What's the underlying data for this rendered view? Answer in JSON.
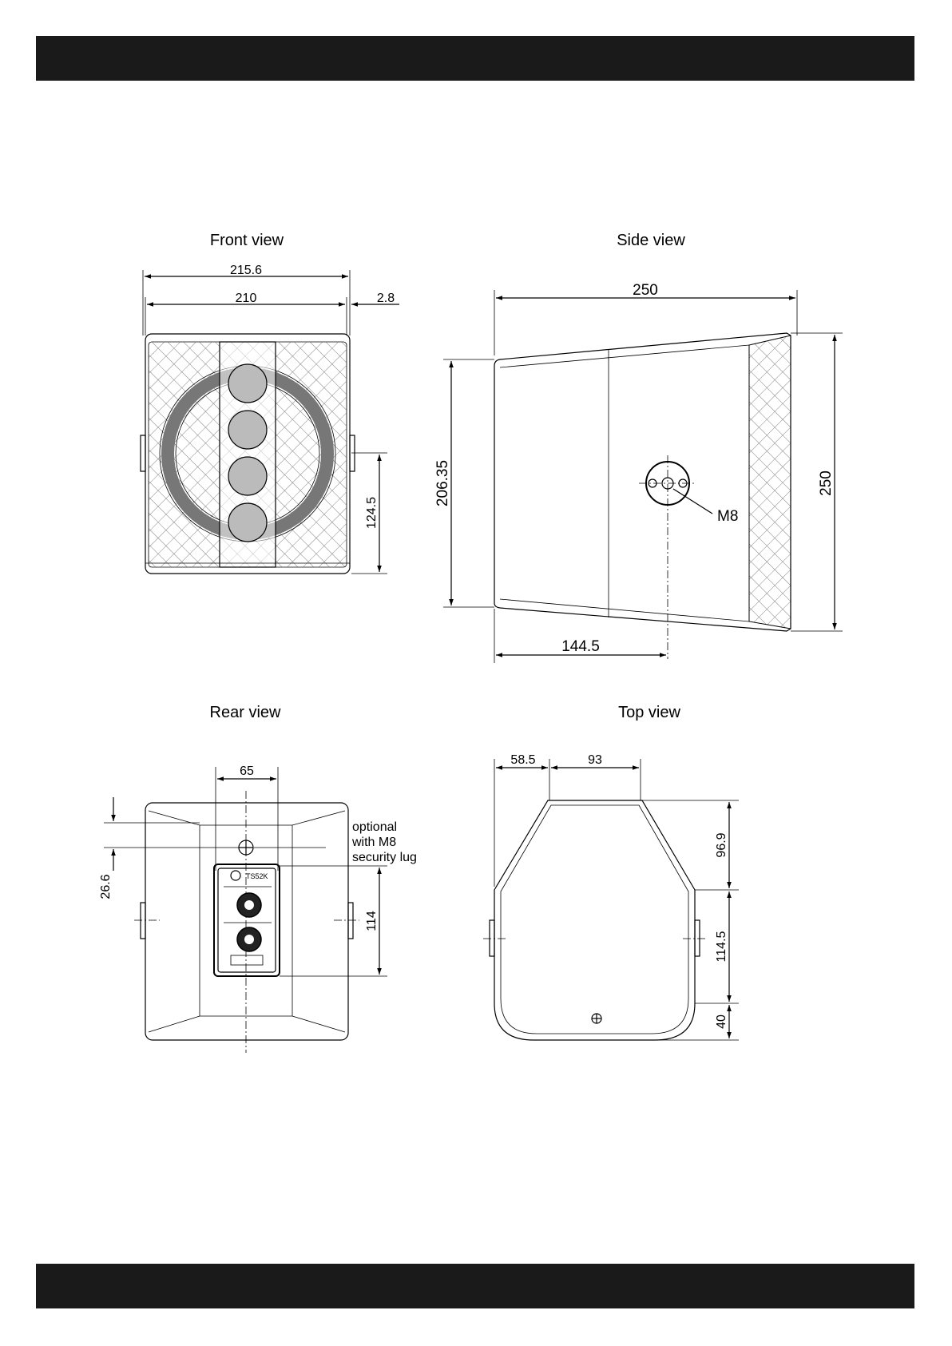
{
  "views": {
    "front": "Front view",
    "side": "Side view",
    "rear": "Rear view",
    "top": "Top view"
  },
  "dimensions": {
    "front_width_overall": "215.6",
    "front_width": "210",
    "front_handle_offset": "2.8",
    "front_handle_height": "124.5",
    "side_depth": "250",
    "side_height_back": "206.35",
    "side_height_front": "250",
    "side_mount_distance": "144.5",
    "side_thread": "M8",
    "rear_connector_spacing": "65",
    "rear_lug_offset": "26.6",
    "rear_panel_height": "114",
    "top_offset": "58.5",
    "top_width": "93",
    "top_front_depth": "96.9",
    "top_mid_depth": "114.5",
    "top_back_depth": "40"
  },
  "rear_note": {
    "line1": "optional",
    "line2": "with M8",
    "line3": "security lug"
  },
  "rear_panel": {
    "model": "TS52K"
  }
}
